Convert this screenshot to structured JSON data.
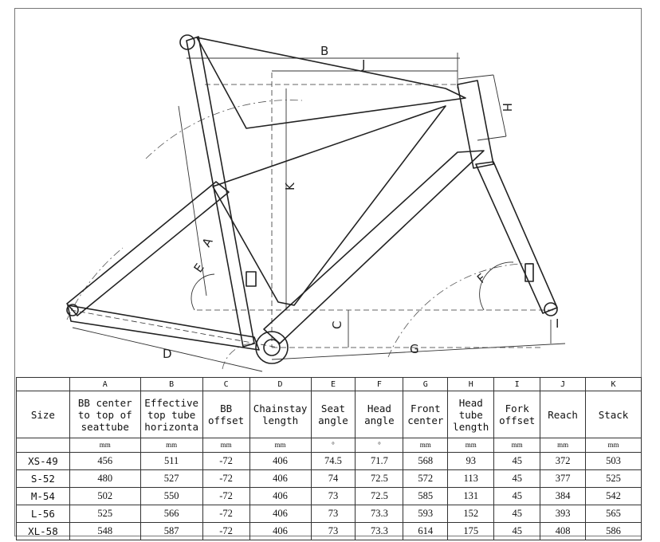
{
  "diagram": {
    "labels": {
      "A": "A",
      "B": "B",
      "C": "C",
      "D": "D",
      "E": "E",
      "F": "F",
      "G": "G",
      "H": "H",
      "I": "I",
      "J": "J",
      "K": "K"
    }
  },
  "table": {
    "column_letters": [
      "",
      "A",
      "B",
      "C",
      "D",
      "E",
      "F",
      "G",
      "H",
      "I",
      "J",
      "K"
    ],
    "headers": [
      "Size",
      "BB center to top of seattube",
      "Effective top tube horizonta",
      "BB offset",
      "Chainstay length",
      "Seat angle",
      "Head angle",
      "Front center",
      "Head tube length",
      "Fork offset",
      "Reach",
      "Stack"
    ],
    "units": [
      "",
      "mm",
      "mm",
      "mm",
      "mm",
      "°",
      "°",
      "mm",
      "mm",
      "mm",
      "mm",
      "mm"
    ],
    "rows": [
      [
        "XS-49",
        "456",
        "511",
        "-72",
        "406",
        "74.5",
        "71.7",
        "568",
        "93",
        "45",
        "372",
        "503"
      ],
      [
        "S-52",
        "480",
        "527",
        "-72",
        "406",
        "74",
        "72.5",
        "572",
        "113",
        "45",
        "377",
        "525"
      ],
      [
        "M-54",
        "502",
        "550",
        "-72",
        "406",
        "73",
        "72.5",
        "585",
        "131",
        "45",
        "384",
        "542"
      ],
      [
        "L-56",
        "525",
        "566",
        "-72",
        "406",
        "73",
        "73.3",
        "593",
        "152",
        "45",
        "393",
        "565"
      ],
      [
        "XL-58",
        "548",
        "587",
        "-72",
        "406",
        "73",
        "73.3",
        "614",
        "175",
        "45",
        "408",
        "586"
      ]
    ]
  }
}
